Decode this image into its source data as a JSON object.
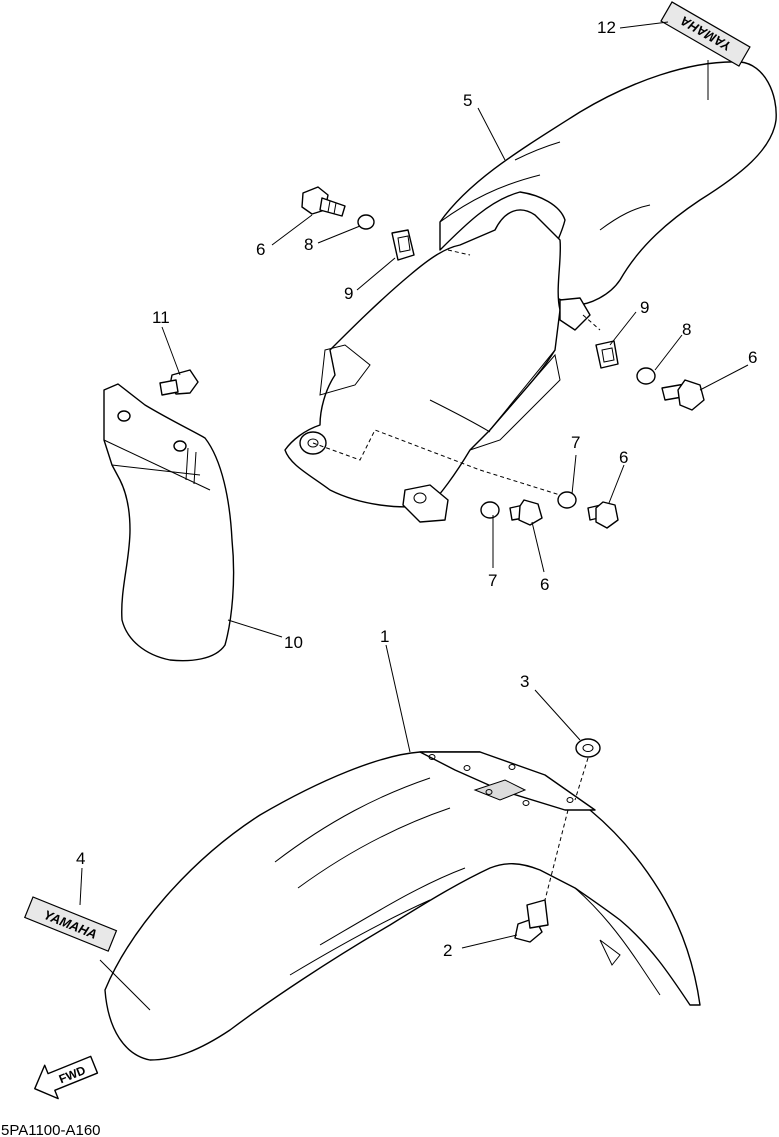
{
  "diagram": {
    "code": "5PA1100-A160",
    "decal_text": "YAMAHA",
    "fwd_label": "FWD",
    "callouts": {
      "c1": "1",
      "c2": "2",
      "c3": "3",
      "c4": "4",
      "c5": "5",
      "c6a": "6",
      "c6b": "6",
      "c6c": "6",
      "c6d": "6",
      "c7a": "7",
      "c7b": "7",
      "c8a": "8",
      "c8b": "8",
      "c9a": "9",
      "c9b": "9",
      "c10": "10",
      "c11": "11",
      "c12": "12"
    }
  }
}
